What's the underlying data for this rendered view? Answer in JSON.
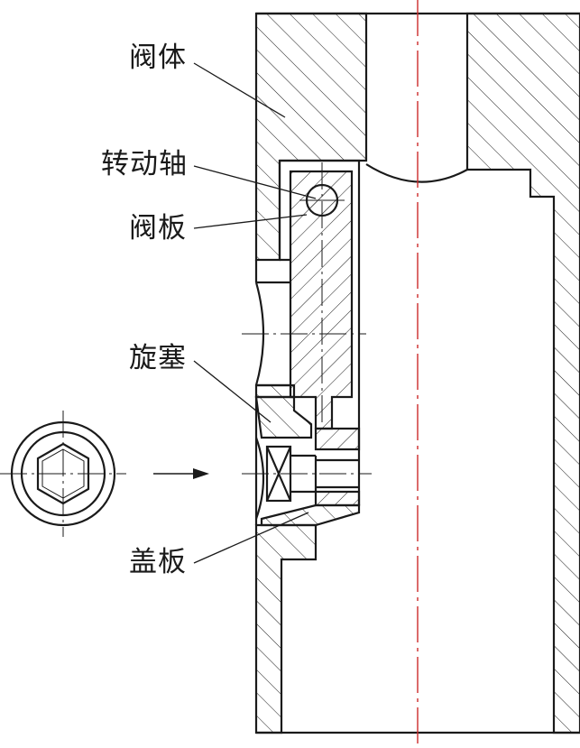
{
  "diagram": {
    "labels": {
      "valve_body": "阀体",
      "rotating_shaft": "转动轴",
      "valve_plate": "阀板",
      "screw_plug": "旋塞",
      "cover_plate": "盖板"
    },
    "colors": {
      "ink": "#1a1a1a",
      "centerline": "#cc2a2a",
      "background": "#ffffff"
    },
    "icons": {
      "end_view": "hexagon-socket-icon",
      "direction": "arrow-right-icon"
    }
  }
}
